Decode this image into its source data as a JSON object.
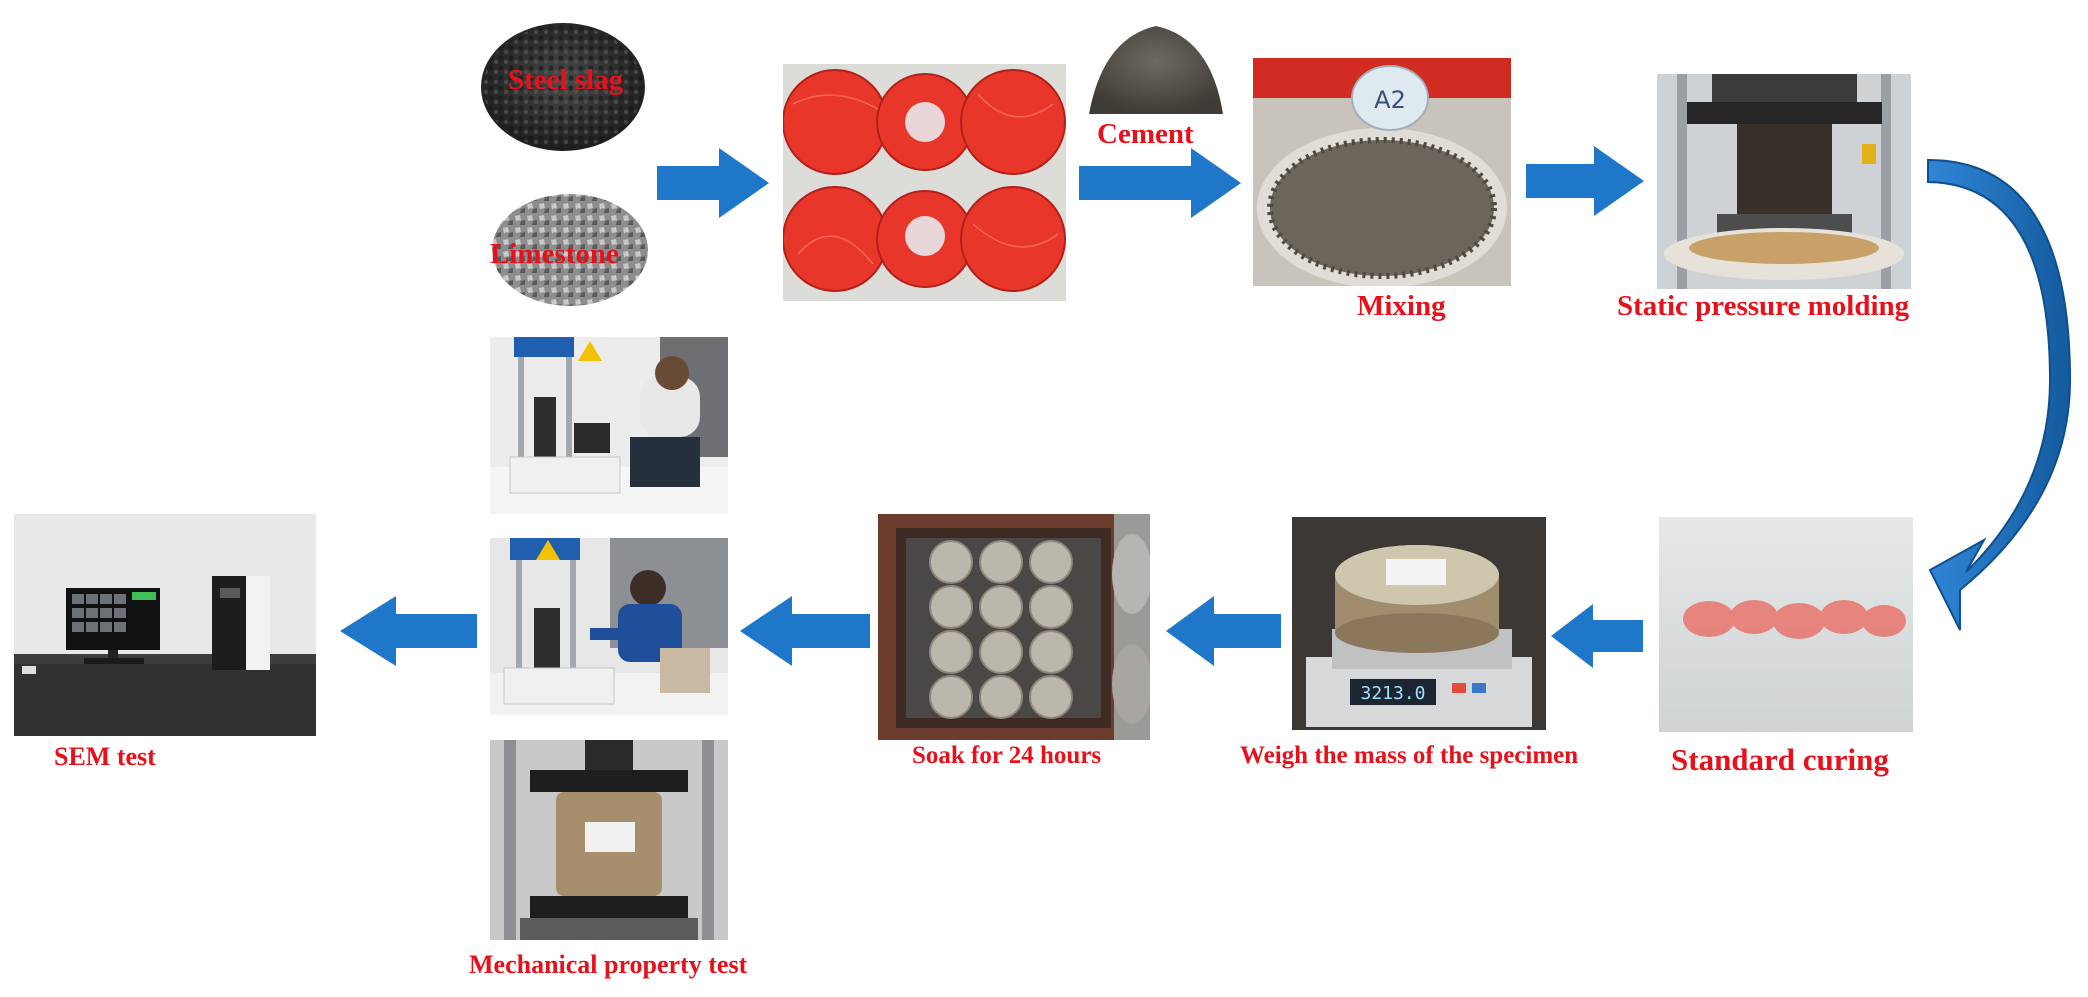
{
  "labels": {
    "steel_slag": "Steel slag",
    "limestone": "Limestone",
    "cement": "Cement",
    "mixing": "Mixing",
    "static_pressure": "Static pressure molding",
    "standard_curing": "Standard curing",
    "weigh": "Weigh the mass of the specimen",
    "soak": "Soak for 24 hours",
    "mechanical": "Mechanical property test",
    "sem": "SEM test"
  },
  "photo_text": {
    "sample_tag": "A2",
    "scale_display": "3213.0"
  },
  "colors": {
    "label": "#e8101a",
    "arrow": "#1f77c9",
    "arrow_dark": "#145a9e",
    "bag": "#e8362a"
  }
}
